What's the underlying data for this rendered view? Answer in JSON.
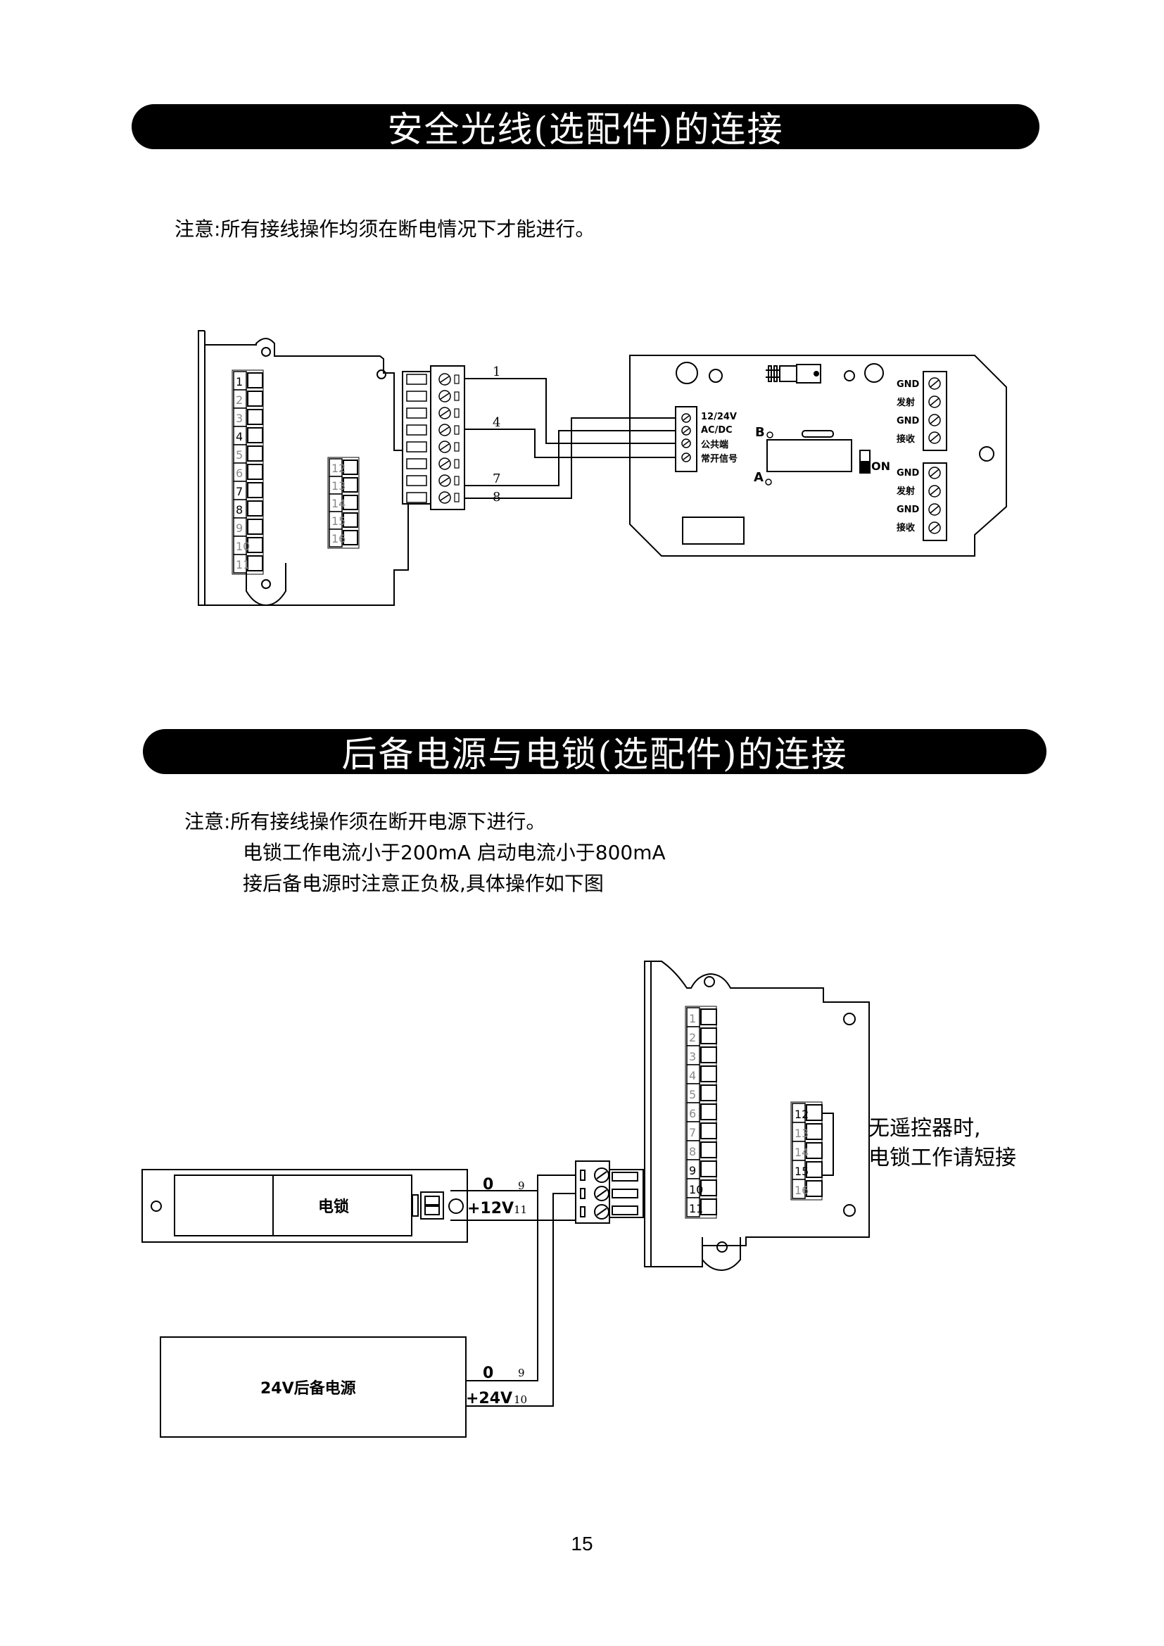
{
  "section1": {
    "title": "安全光线(选配件)的连接",
    "note": "注意:所有接线操作均须在断电情况下才能进行。",
    "controller_terminals_left": [
      "1",
      "2",
      "3",
      "4",
      "5",
      "6",
      "7",
      "8",
      "9",
      "10",
      "11"
    ],
    "controller_terminals_right": [
      "12",
      "13",
      "14",
      "15",
      "16"
    ],
    "wire_labels": [
      "1",
      "4",
      "7",
      "8"
    ],
    "sensor_board": {
      "input_labels": [
        "12/24V",
        "AC/DC",
        "公共端",
        "常开信号"
      ],
      "terminal_group_top": [
        "GND",
        "发射",
        "GND",
        "接收"
      ],
      "terminal_group_bottom": [
        "GND",
        "发射",
        "GND",
        "接收"
      ],
      "label_b": "B",
      "label_a": "A",
      "switch_label": "ON"
    }
  },
  "section2": {
    "title": "后备电源与电锁(选配件)的连接",
    "note_line1": "注意:所有接线操作须在断开电源下进行。",
    "note_line2": "电锁工作电流小于200mA  启动电流小于800mA",
    "note_line3": "接后备电源时注意正负极,具体操作如下图",
    "lock_label": "电锁",
    "lock_wire_0": "0",
    "lock_wire_0_num": "9",
    "lock_wire_12v": "+12V",
    "lock_wire_12v_num": "11",
    "backup_label": "24V后备电源",
    "backup_wire_0": "0",
    "backup_wire_0_num": "9",
    "backup_wire_24v": "+24V",
    "backup_wire_24v_num": "10",
    "controller_terminals_left": [
      "1",
      "2",
      "3",
      "4",
      "5",
      "6",
      "7",
      "8",
      "9",
      "10",
      "11"
    ],
    "controller_terminals_right": [
      "12",
      "13",
      "14",
      "15",
      "16"
    ],
    "side_note_line1": "无遥控器时,",
    "side_note_line2": "电锁工作请短接"
  },
  "page_number": "15"
}
